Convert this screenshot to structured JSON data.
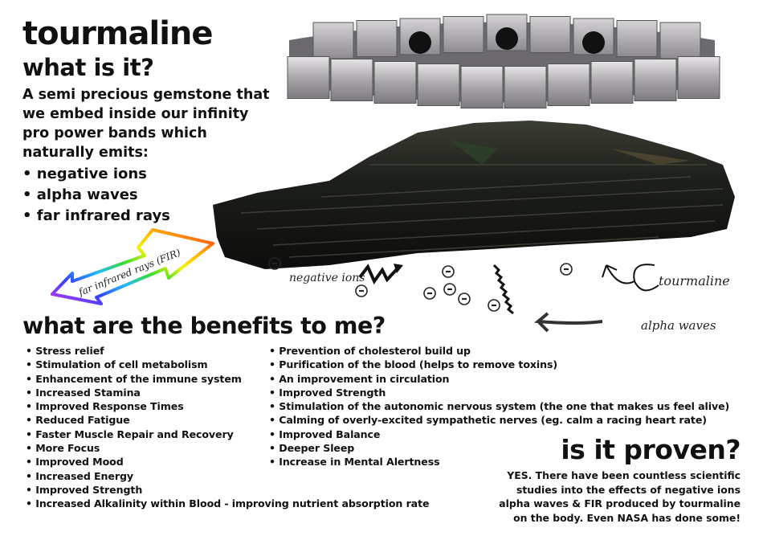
{
  "header": {
    "title": "tourmaline",
    "subtitle": "what is it?"
  },
  "intro": {
    "text": "A semi precious gemstone that we embed inside our infinity pro power bands which naturally emits:",
    "emissions": [
      "negative ions",
      "alpha waves",
      "far infrared rays"
    ]
  },
  "illustration": {
    "fir_arrow_label": "far infrared rays (FIR)",
    "negative_ions_label": "negative ions",
    "tourmaline_label": "tourmaline",
    "alpha_waves_label": "alpha waves",
    "ion_symbol": "−",
    "rainbow_colors": [
      "#ff2a2a",
      "#ffb000",
      "#f5f500",
      "#33dd33",
      "#22bbff",
      "#3344ff",
      "#cc33ff"
    ]
  },
  "benefits": {
    "title": "what are the benefits to me?",
    "column1": [
      "Stress relief",
      "Stimulation of cell metabolism",
      "Enhancement of the immune system",
      "Increased Stamina",
      "Improved Response Times",
      "Reduced Fatigue",
      "Faster Muscle Repair and Recovery",
      "More Focus",
      "Improved Mood",
      "Increased Energy",
      "Improved Strength",
      "Increased Alkalinity within Blood - improving nutrient absorption rate"
    ],
    "column2": [
      "Prevention of cholesterol build up",
      "Purification of the blood (helps to remove toxins)",
      "An improvement in circulation",
      "Improved Strength",
      "Stimulation of the autonomic nervous system (the one that makes us feel alive)",
      "Calming of overly-excited sympathetic nerves (eg. calm a racing heart rate)",
      "Improved Balance",
      "Deeper Sleep",
      "Increase in Mental Alertness"
    ]
  },
  "proven": {
    "title": "is it proven?",
    "lines": [
      "YES. There have been countless scientific",
      "studies into the effects of negative ions",
      "alpha waves & FIR produced by tourmaline",
      "on the body. Even NASA has done some!"
    ]
  }
}
